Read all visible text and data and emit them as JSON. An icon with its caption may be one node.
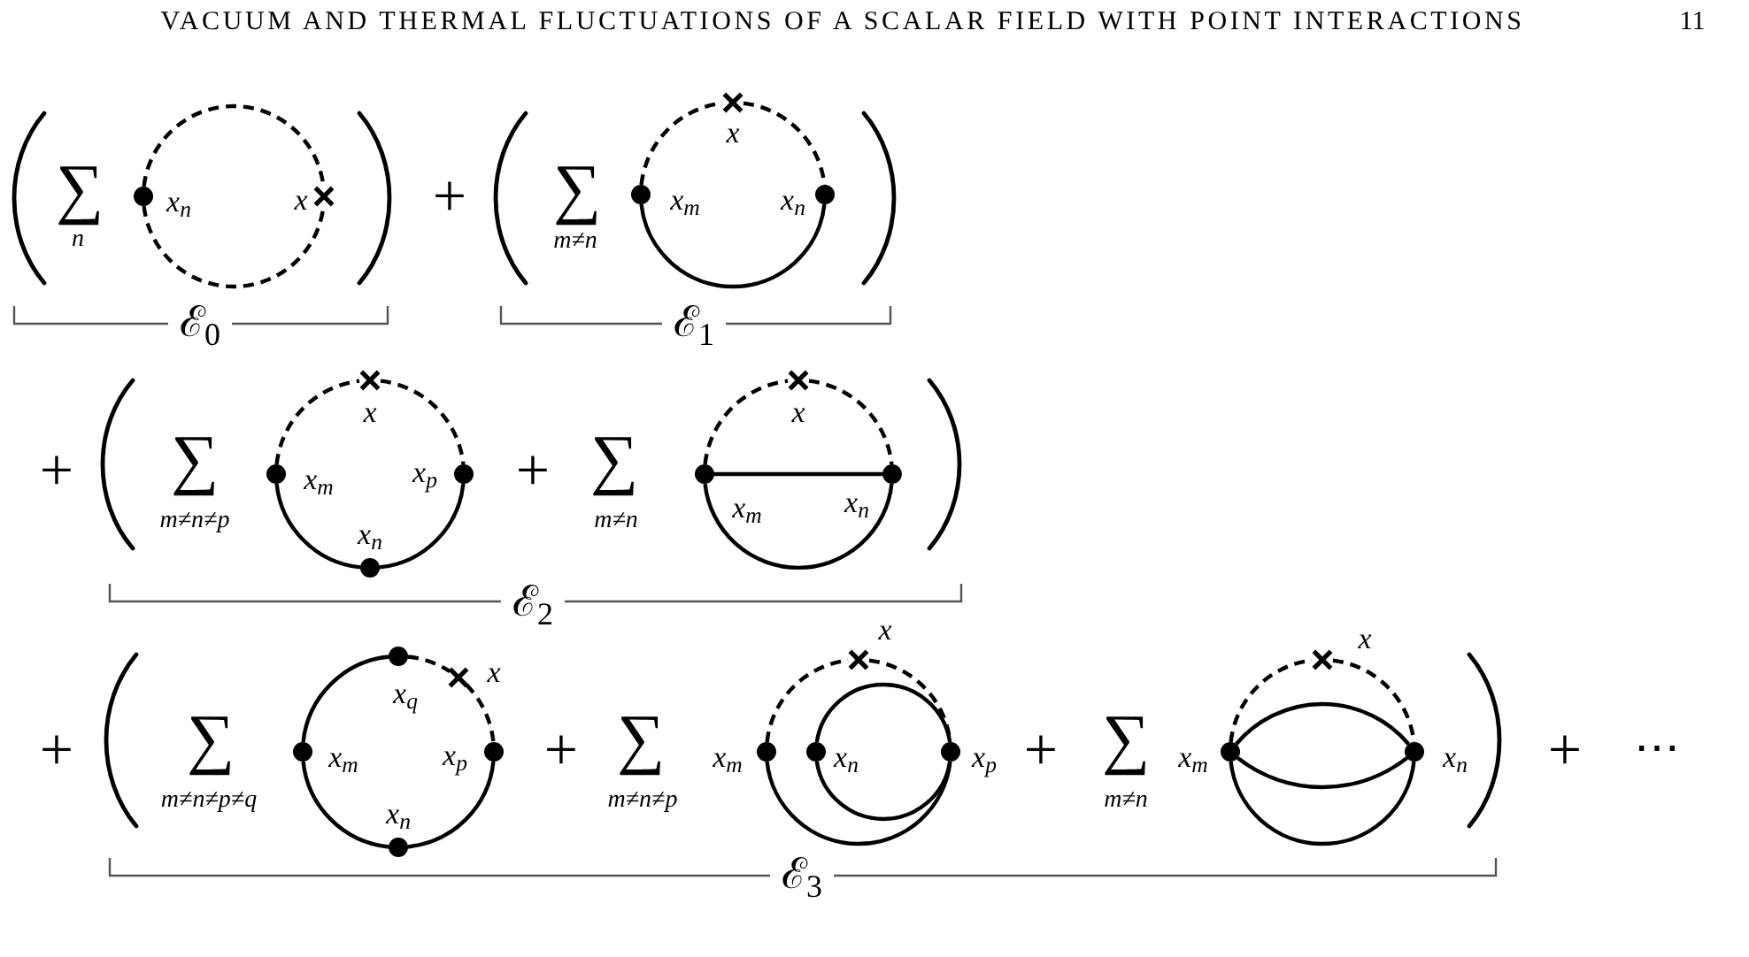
{
  "diagram": {
    "nodes": [
      {
        "text": [],
        "shape": "circle",
        "beside": [
          "x$_{n}$"
        ]
      },
      {
        "text": [],
        "shape": "cross",
        "beside": [
          "x"
        ]
      },
      {
        "text": [],
        "shape": "circle",
        "beside": [
          "x$_{m}$"
        ]
      },
      {
        "text": [],
        "shape": "cross",
        "beside": [
          "x"
        ]
      },
      {
        "text": [],
        "shape": "circle",
        "beside": [
          "x$_{n}$"
        ]
      },
      {
        "text": [],
        "shape": "circle",
        "beside": [
          "x$_{m}$"
        ]
      },
      {
        "text": [],
        "shape": "cross",
        "beside": [
          "x"
        ]
      },
      {
        "text": [],
        "shape": "circle",
        "beside": [
          "x$_{n}$"
        ]
      },
      {
        "text": [],
        "shape": "circle",
        "beside": [
          "x$_{p}$"
        ]
      },
      {
        "text": [],
        "shape": "circle",
        "beside": [
          "x$_{m}$"
        ]
      },
      {
        "text": [],
        "shape": "cross",
        "beside": [
          "x"
        ]
      },
      {
        "text": [],
        "shape": "circle",
        "beside": [
          "x$_{n}$"
        ]
      },
      {
        "text": [],
        "shape": "circle",
        "beside": [
          "x$_{m}$"
        ]
      },
      {
        "text": [],
        "shape": "circle",
        "beside": [
          "x$_{q}$"
        ]
      },
      {
        "text": [],
        "shape": "circle",
        "beside": [
          "x$_{n}$"
        ]
      },
      {
        "text": [],
        "shape": "cross",
        "beside": [
          "x"
        ]
      },
      {
        "text": [],
        "shape": "circle",
        "beside": [
          "x$_{p}$"
        ]
      },
      {
        "text": [],
        "shape": "circle",
        "beside": [
          "x$_{m}$"
        ]
      },
      {
        "text": [],
        "shape": "circle",
        "beside": [
          "x$_{n}$"
        ]
      },
      {
        "text": [],
        "shape": "cross",
        "beside": [
          "x"
        ]
      },
      {
        "text": [],
        "shape": "circle",
        "beside": [
          "x$_{p}$"
        ]
      },
      {
        "text": [],
        "shape": "circle",
        "beside": [
          "x$_{m}$"
        ]
      },
      {
        "text": [],
        "shape": "cross",
        "beside": [
          "x"
        ]
      },
      {
        "text": [],
        "shape": "circle",
        "beside": [
          "x$_{n}$"
        ]
      }
    ],
    "edges": [
      {
        "from": 0,
        "to": 1,
        "arrow": "none",
        "style": "dashed"
      },
      {
        "from": 0,
        "to": 1,
        "arrow": "none",
        "style": "dashed"
      },
      {
        "from": 2,
        "to": 3,
        "arrow": "none",
        "style": "dashed"
      },
      {
        "from": 3,
        "to": 4,
        "arrow": "none",
        "style": "dashed"
      },
      {
        "from": 2,
        "to": 4,
        "arrow": "none"
      },
      {
        "from": 5,
        "to": 6,
        "arrow": "none",
        "style": "dashed"
      },
      {
        "from": 6,
        "to": 8,
        "arrow": "none",
        "style": "dashed"
      },
      {
        "from": 5,
        "to": 7,
        "arrow": "none"
      },
      {
        "from": 7,
        "to": 8,
        "arrow": "none"
      },
      {
        "from": 9,
        "to": 10,
        "arrow": "none",
        "style": "dashed"
      },
      {
        "from": 10,
        "to": 11,
        "arrow": "none",
        "style": "dashed"
      },
      {
        "from": 9,
        "to": 11,
        "arrow": "none"
      },
      {
        "from": 9,
        "to": 11,
        "arrow": "none"
      },
      {
        "from": 12,
        "to": 13,
        "arrow": "none"
      },
      {
        "from": 13,
        "to": 15,
        "arrow": "none",
        "style": "dashed"
      },
      {
        "from": 15,
        "to": 16,
        "arrow": "none",
        "style": "dashed"
      },
      {
        "from": 12,
        "to": 14,
        "arrow": "none"
      },
      {
        "from": 14,
        "to": 16,
        "arrow": "none"
      },
      {
        "from": 17,
        "to": 19,
        "arrow": "none",
        "style": "dashed"
      },
      {
        "from": 19,
        "to": 20,
        "arrow": "none",
        "style": "dashed"
      },
      {
        "from": 17,
        "to": 20,
        "arrow": "none"
      },
      {
        "from": 18,
        "to": 20,
        "arrow": "none"
      },
      {
        "from": 18,
        "to": 20,
        "arrow": "none"
      },
      {
        "from": 21,
        "to": 22,
        "arrow": "none",
        "style": "dashed"
      },
      {
        "from": 22,
        "to": 23,
        "arrow": "none",
        "style": "dashed"
      },
      {
        "from": 21,
        "to": 23,
        "arrow": "none"
      },
      {
        "from": 21,
        "to": 23,
        "arrow": "none"
      },
      {
        "from": 21,
        "to": 23,
        "arrow": "none"
      }
    ],
    "labels": [
      "VACUUM AND THERMAL FLUCTUATIONS OF A SCALAR FIELD WITH POINT INTERACTIONS",
      "11",
      "∑",
      "n",
      "+",
      "∑",
      "m≠n",
      "ℰ$_{0}$",
      "ℰ$_{1}$",
      "+",
      "∑",
      "m≠n≠p",
      "+",
      "∑",
      "m≠n",
      "ℰ$_{2}$",
      "+",
      "∑",
      "m≠n≠p≠q",
      "+",
      "∑",
      "m≠n≠p",
      "+",
      "∑",
      "m≠n",
      "+",
      "⋯",
      "ℰ$_{3}$"
    ]
  }
}
